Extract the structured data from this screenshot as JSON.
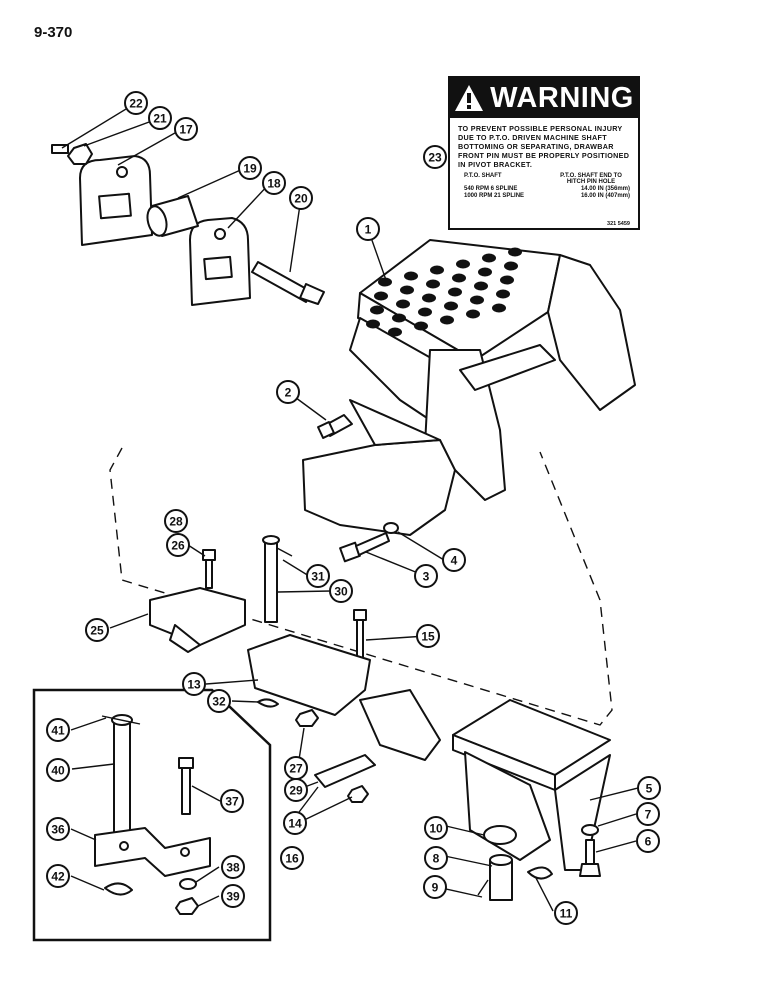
{
  "page_number": "9-370",
  "warning_decal": {
    "title": "WARNING",
    "text": "TO PREVENT POSSIBLE PERSONAL INJURY DUE TO P.T.O. DRIVEN MACHINE SHAFT BOTTOMING OR SEPARATING, DRAWBAR FRONT PIN MUST BE PROPERLY POSITIONED IN PIVOT BRACKET.",
    "col1_header": "P.T.O. SHAFT",
    "col2_header": "P.T.O. SHAFT END TO HITCH PIN HOLE",
    "rows": [
      {
        "shaft": "540 RPM 6 SPLINE",
        "dimension": "14.00 IN (356mm)"
      },
      {
        "shaft": "1000 RPM 21 SPLINE",
        "dimension": "16.00 IN (407mm)"
      }
    ],
    "code": "321 5459"
  },
  "callouts": [
    "1",
    "2",
    "3",
    "4",
    "5",
    "6",
    "7",
    "8",
    "9",
    "10",
    "11",
    "13",
    "14",
    "15",
    "16",
    "17",
    "18",
    "19",
    "20",
    "21",
    "22",
    "23",
    "25",
    "26",
    "27",
    "28",
    "29",
    "30",
    "31",
    "32",
    "36",
    "37",
    "38",
    "39",
    "40",
    "41",
    "42"
  ]
}
